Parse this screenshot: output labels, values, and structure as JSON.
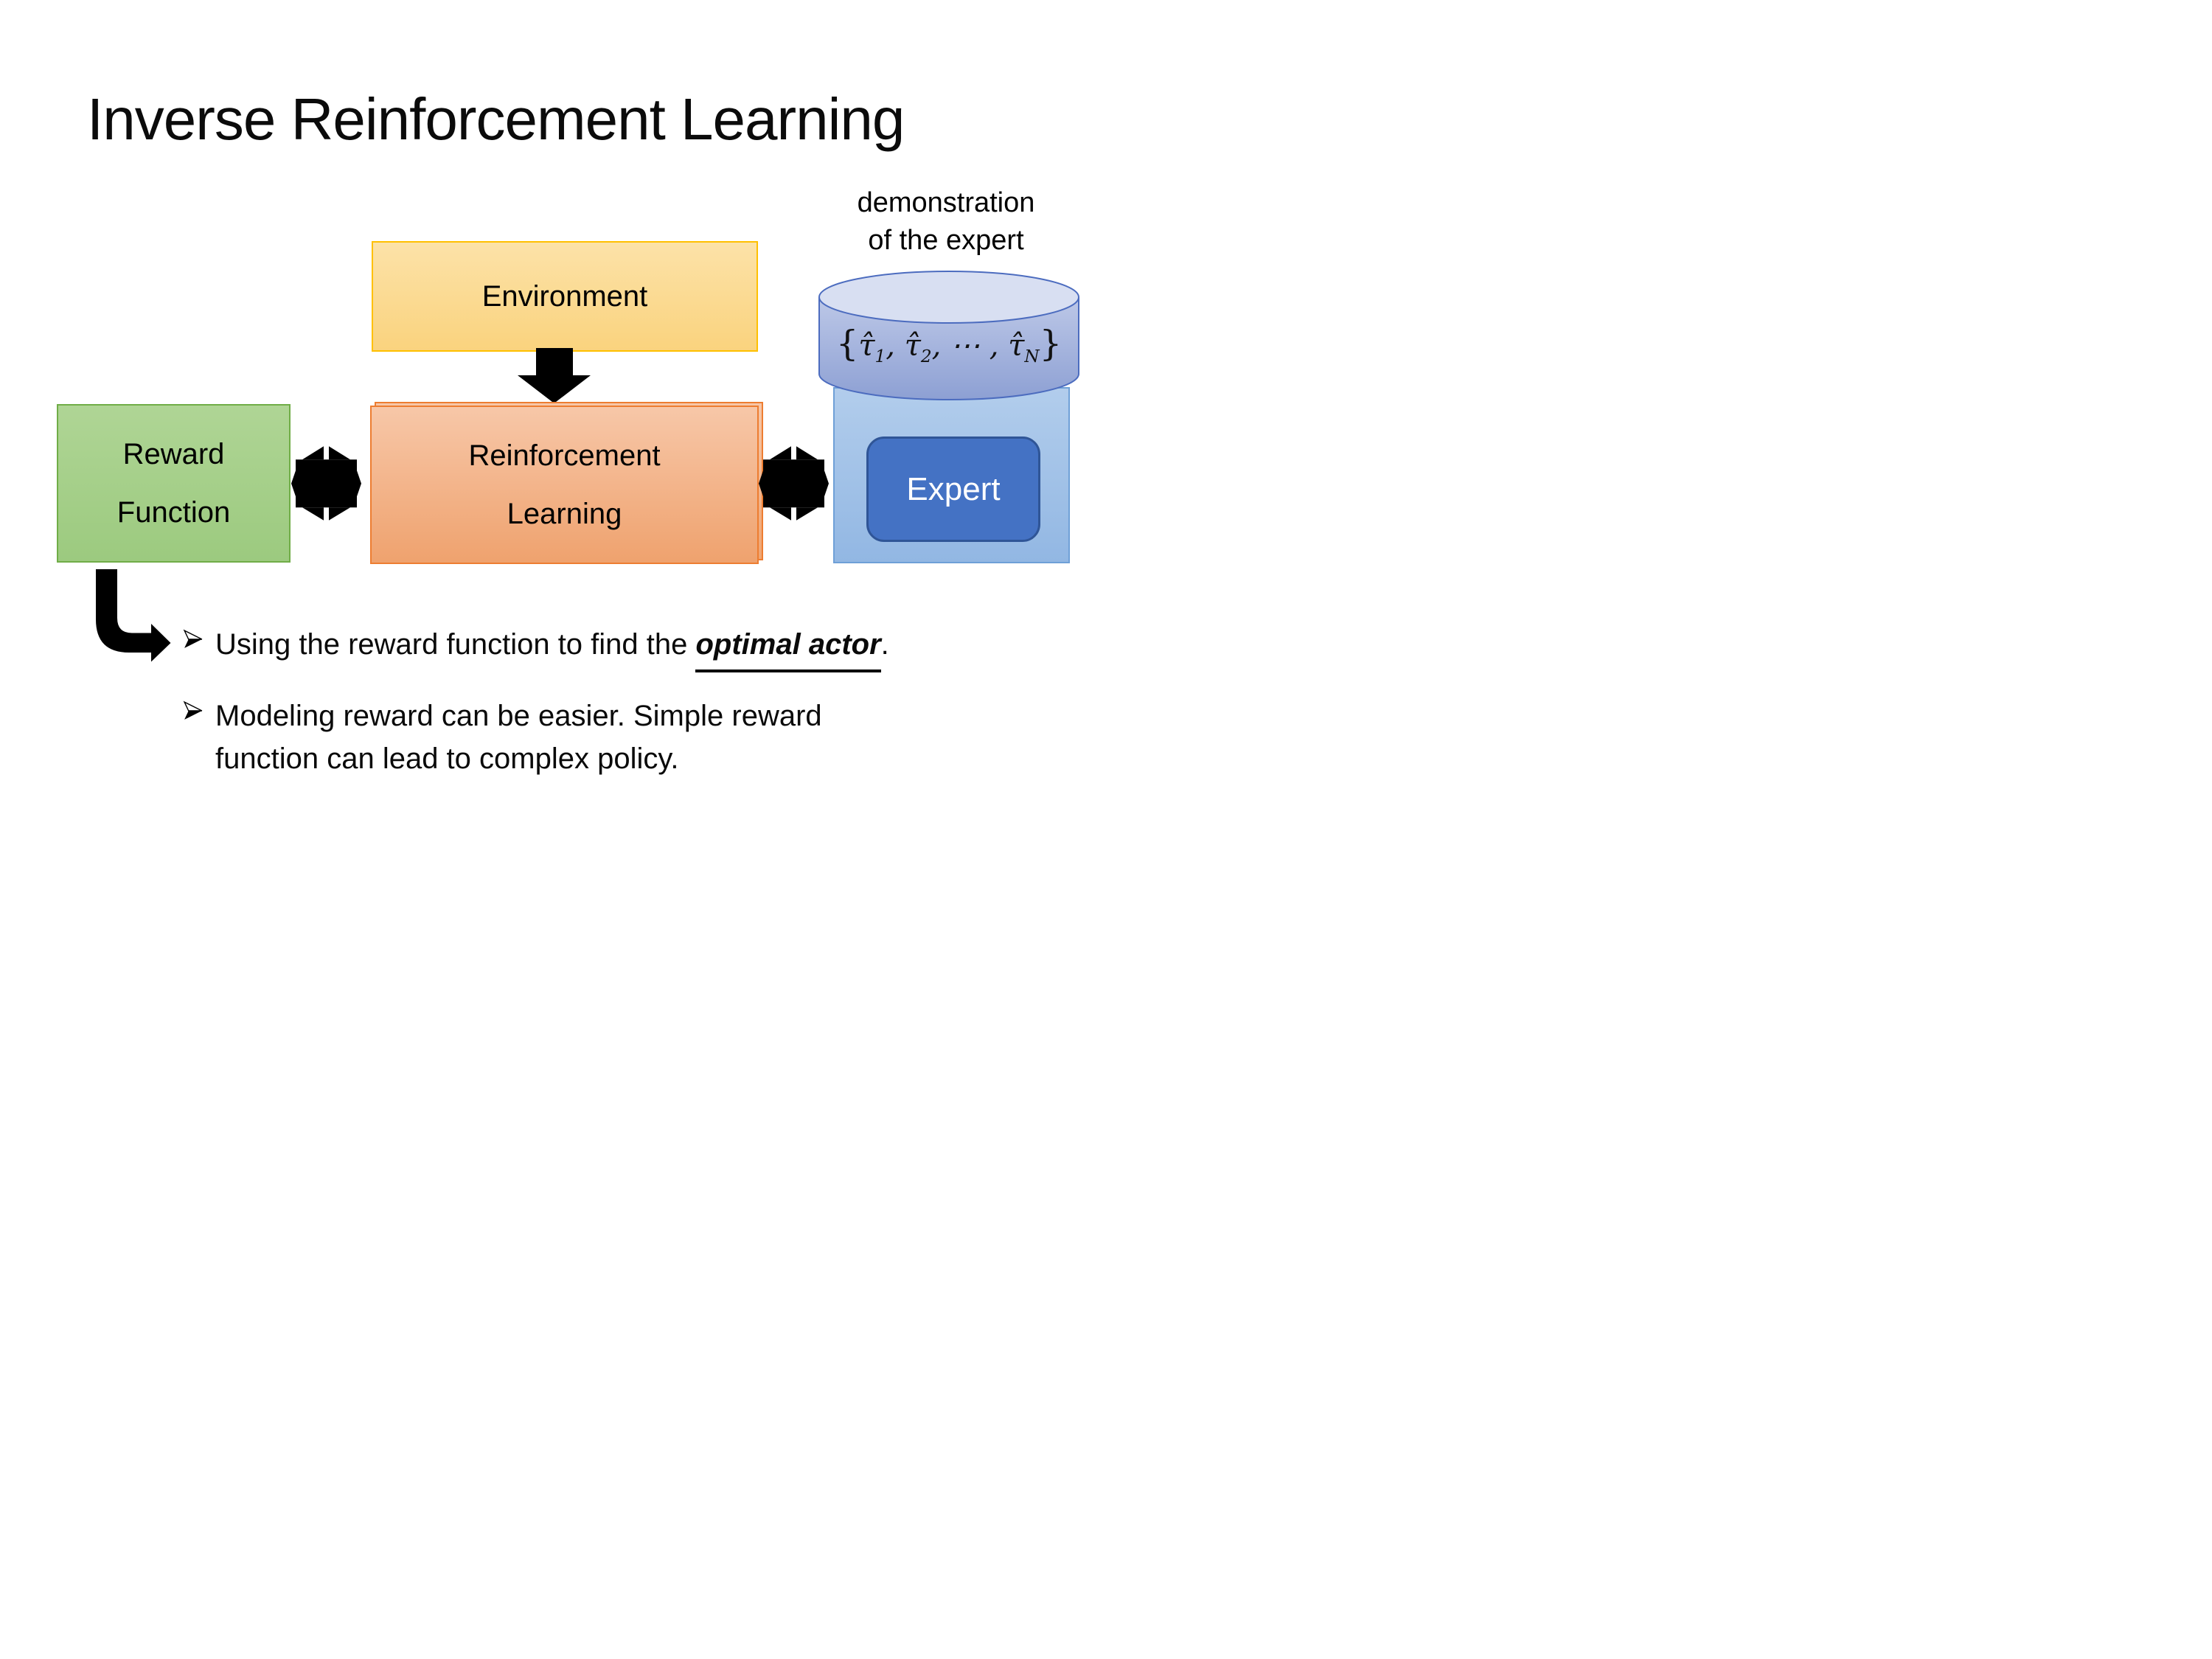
{
  "slide_title": "Inverse Reinforcement Learning",
  "demonstration_label": {
    "line1": "demonstration",
    "line2": "of the expert"
  },
  "diagram": {
    "environment_box": {
      "label": "Environment"
    },
    "reward_function_box": {
      "lines": [
        "Reward",
        "Function"
      ]
    },
    "reinforcement_learning_box": {
      "lines": [
        "Reinforcement",
        "Learning"
      ]
    },
    "expert_box": {
      "label": "Expert"
    },
    "demonstration_cylinder": {
      "formula": {
        "open": "{",
        "t": "τ̂",
        "s1": "1",
        "sep1": ", ",
        "s2": "2",
        "sep2": ", ⋯ , ",
        "sN": "N",
        "close": "}"
      }
    },
    "icons": {
      "env_to_rl": "down-arrow",
      "reward_rl": "double-headed-exchange-arrow",
      "rl_expert": "double-headed-exchange-arrow",
      "reward_to_bullets": "bent-elbow-arrow",
      "bullet_marker": "3d-right-arrowhead"
    },
    "colors": {
      "environment_border": "#FFC000",
      "environment_fill": "#FAD37E",
      "rl_border": "#ED7D31",
      "rl_fill": "#F0A572",
      "reward_border": "#70AD47",
      "reward_fill": "#9CCA7F",
      "expert_fill": "#4472C4",
      "expert_border": "#2F5597",
      "container_fill": "#92B7E3",
      "cylinder_fill": "#8FA2D4",
      "arrow_black": "#000000"
    }
  },
  "bullets": [
    {
      "pre": "Using the reward function to find the ",
      "emphasis": "optimal actor",
      "post": "."
    },
    {
      "lines": [
        "Modeling reward can be easier. Simple reward",
        "function can lead to complex policy."
      ]
    }
  ]
}
